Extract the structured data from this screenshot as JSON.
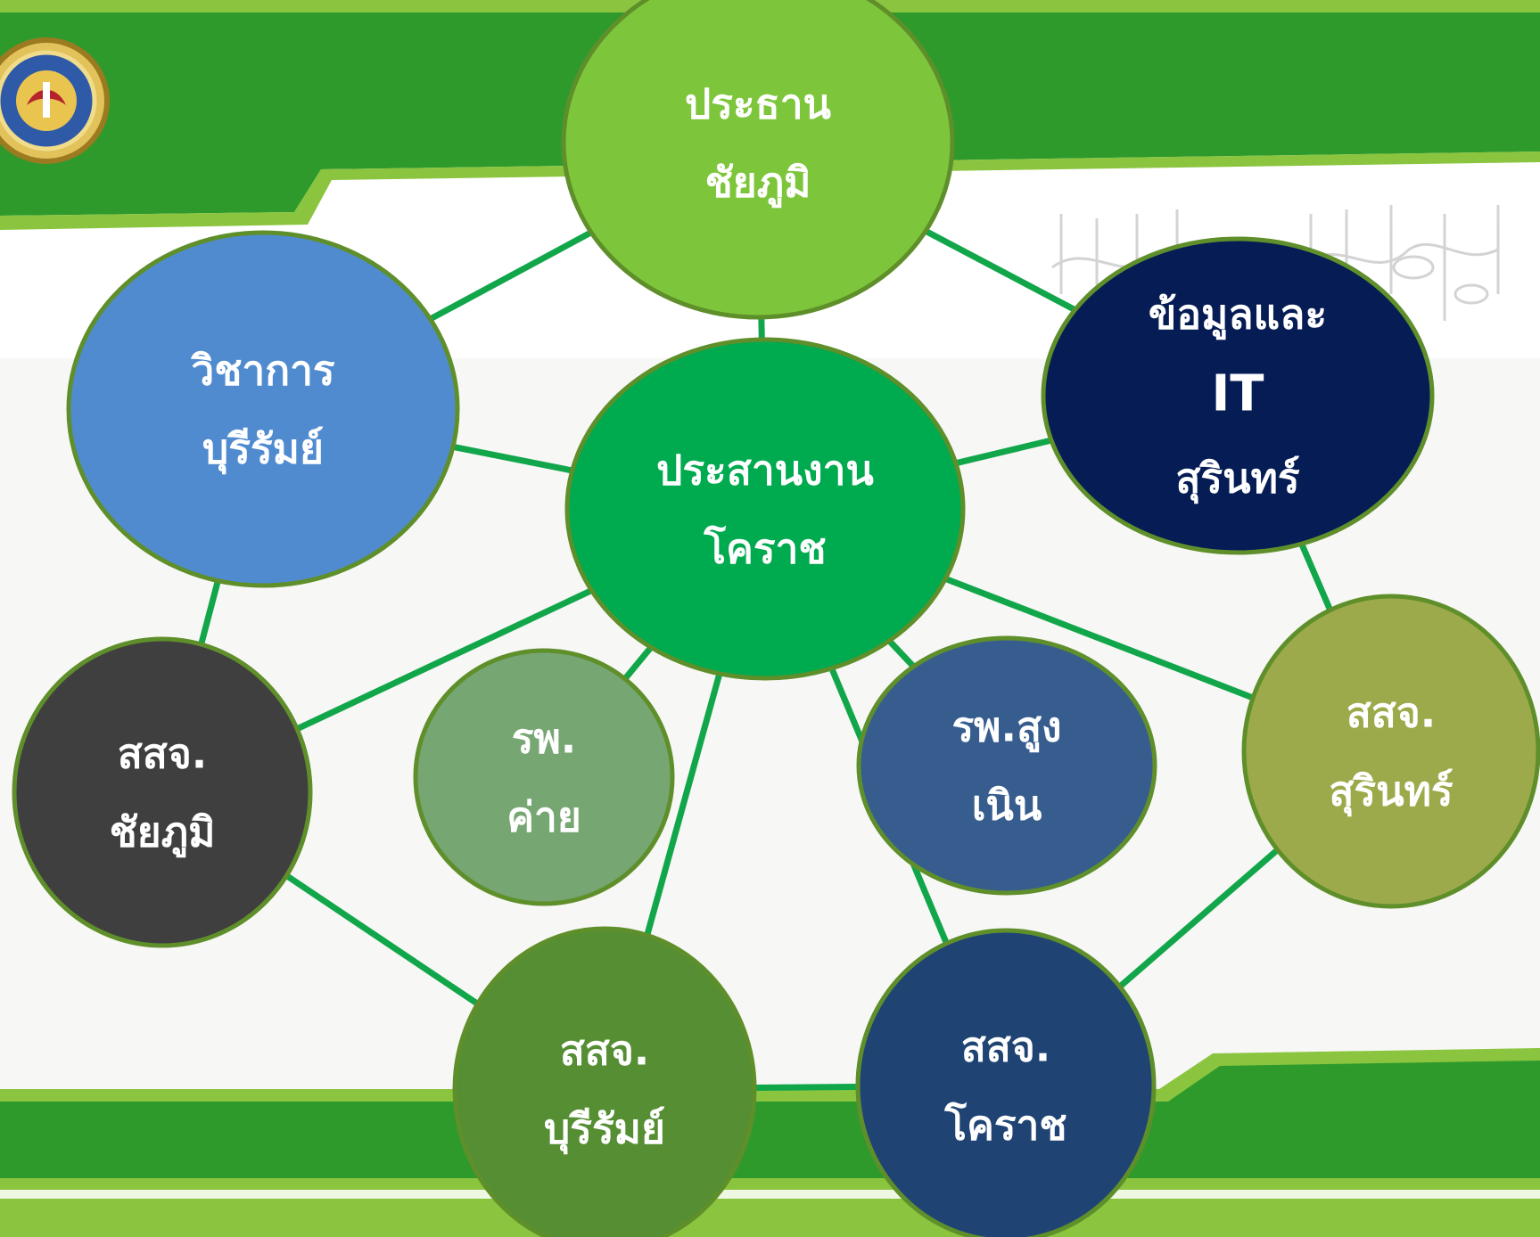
{
  "diagram": {
    "colors": {
      "band_dark": "#2f9a2c",
      "band_light": "#8bc53f",
      "panel": "#f7f7f5",
      "link": "#12a64b",
      "node_outline": "#5f8f2a"
    },
    "logo": {
      "icon": "emblem-seal-icon"
    },
    "nodes": [
      {
        "id": "top",
        "lines": [
          "ประธาน",
          "ชัยภูมิ"
        ],
        "fill": "#7dc63b"
      },
      {
        "id": "center",
        "lines": [
          "ประสานงาน",
          "โคราช"
        ],
        "fill": "#00aa4f"
      },
      {
        "id": "it",
        "lines": [
          "ข้อมูลและ",
          "IT",
          "สุรินทร์"
        ],
        "fill": "#051c55"
      },
      {
        "id": "academic",
        "lines": [
          "วิชาการ",
          "บุรีรัมย์"
        ],
        "fill": "#508bd0"
      },
      {
        "id": "ssj-chaiyaphum",
        "lines": [
          "สสจ.",
          "ชัยภูมิ"
        ],
        "fill": "#3f3f3f"
      },
      {
        "id": "hosp-camp",
        "lines": [
          "รพ.",
          "ค่าย"
        ],
        "fill": "#76a672"
      },
      {
        "id": "hosp-sungnoen",
        "lines": [
          "รพ.สูง",
          "เนิน"
        ],
        "fill": "#375d8f"
      },
      {
        "id": "ssj-surin",
        "lines": [
          "สสจ.",
          "สุรินทร์"
        ],
        "fill": "#9daa4b"
      },
      {
        "id": "ssj-buriram",
        "lines": [
          "สสจ.",
          "บุรีรัมย์"
        ],
        "fill": "#558e33"
      },
      {
        "id": "ssj-korat",
        "lines": [
          "สสจ.",
          "โคราช"
        ],
        "fill": "#1f4474"
      }
    ],
    "links": [
      [
        "top",
        "center"
      ],
      [
        "top",
        "academic"
      ],
      [
        "top",
        "it"
      ],
      [
        "center",
        "academic"
      ],
      [
        "center",
        "it"
      ],
      [
        "center",
        "ssj-chaiyaphum"
      ],
      [
        "center",
        "hosp-camp"
      ],
      [
        "center",
        "hosp-sungnoen"
      ],
      [
        "center",
        "ssj-surin"
      ],
      [
        "center",
        "ssj-buriram"
      ],
      [
        "center",
        "ssj-korat"
      ],
      [
        "academic",
        "ssj-chaiyaphum"
      ],
      [
        "it",
        "ssj-surin"
      ],
      [
        "ssj-chaiyaphum",
        "ssj-buriram"
      ],
      [
        "ssj-buriram",
        "ssj-korat"
      ],
      [
        "ssj-korat",
        "ssj-surin"
      ]
    ]
  }
}
